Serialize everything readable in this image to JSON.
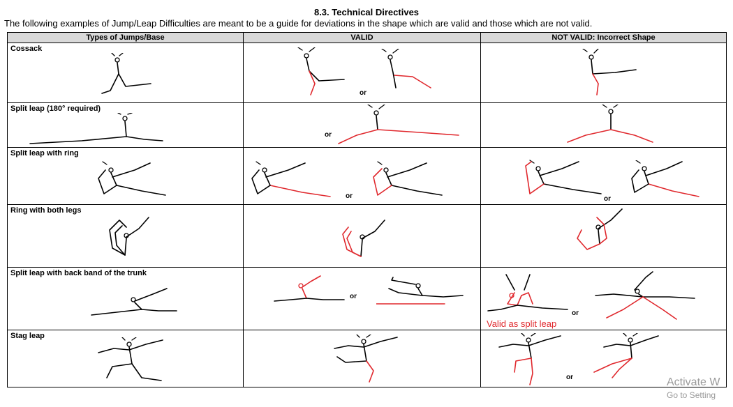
{
  "document": {
    "title": "8.3. Technical Directives",
    "intro": "The following examples of Jump/Leap Difficulties are meant to be a guide for deviations in the shape which are valid and those which are not valid."
  },
  "table": {
    "headers": [
      "Types of Jumps/Base",
      "VALID",
      "NOT VALID: Incorrect Shape"
    ],
    "rows": [
      {
        "name": "Cossack"
      },
      {
        "name": "Split leap (180° required)"
      },
      {
        "name": "Split leap with ring"
      },
      {
        "name": "Ring with both legs"
      },
      {
        "name": "Split leap with back band of the trunk"
      },
      {
        "name": "Stag leap"
      }
    ],
    "or_label": "or",
    "valid_as_split_leap": "Valid as split leap"
  },
  "watermark": {
    "line1": "Activate W",
    "line2": "Go to Setting"
  },
  "colors": {
    "header_bg": "#d9d9d9",
    "incorrect_limb": "#e0282d",
    "border": "#000000"
  }
}
